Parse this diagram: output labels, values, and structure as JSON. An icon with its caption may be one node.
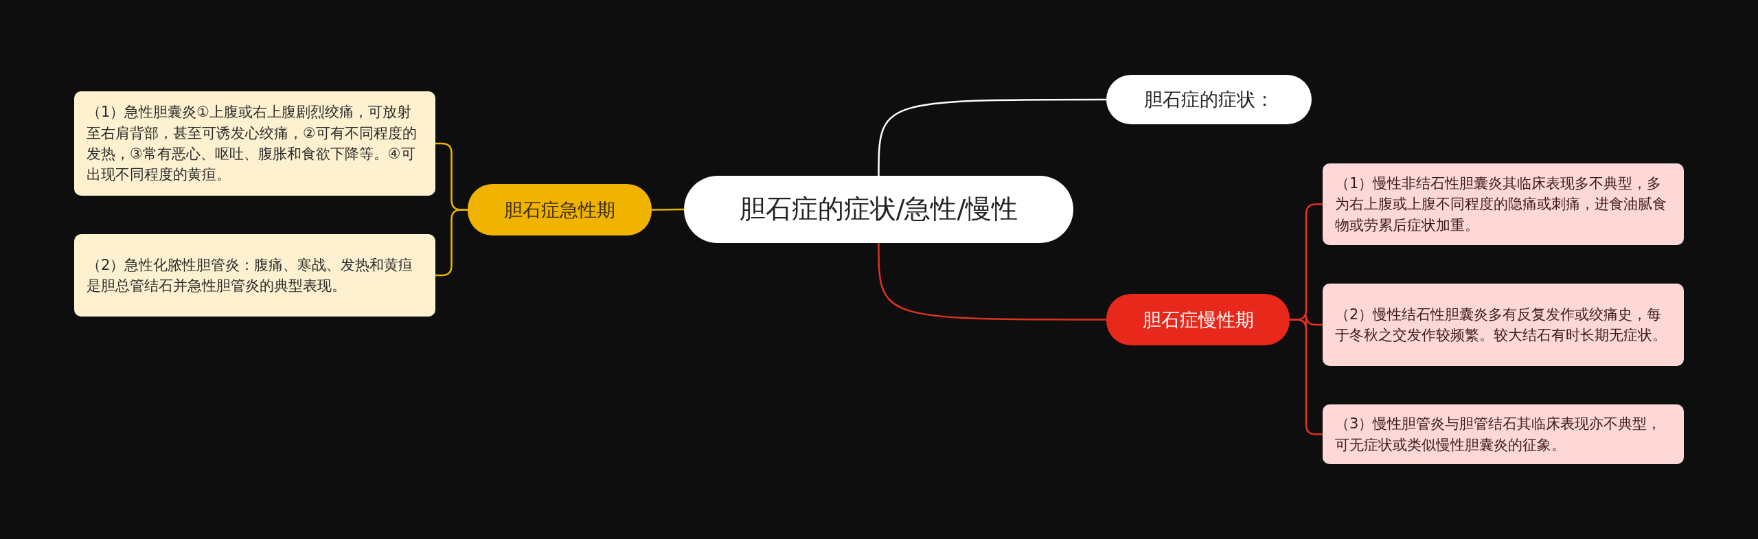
{
  "diagram": {
    "nodes": [
      {
        "text": [
          "胆石症的症状/急性/慢性"
        ]
      },
      {
        "text": [
          "胆石症的症状："
        ]
      },
      {
        "text": [
          "胆石症急性期"
        ]
      },
      {
        "text": [
          "（1）急性胆囊炎①上腹或右上腹剧烈绞痛，可放射至右肩背部，甚至可诱发心绞痛，②可有不同程度的发热，③常有恶心、呕吐、腹胀和食欲下降等。④可出现不同程度的黄疸。"
        ]
      },
      {
        "text": [
          "（2）急性化脓性胆管炎：腹痛、寒战、发热和黄疸是胆总管结石并急性胆管炎的典型表现。"
        ]
      },
      {
        "text": [
          "胆石症慢性期"
        ]
      },
      {
        "text": [
          "（1）慢性非结石性胆囊炎其临床表现多不典型，多为右上腹或上腹不同程度的隐痛或刺痛，进食油腻食物或劳累后症状加重。"
        ]
      },
      {
        "text": [
          "（2）慢性结石性胆囊炎多有反复发作或绞痛史，每于冬秋之交发作较频繁。较大结石有时长期无症状。"
        ]
      },
      {
        "text": [
          "（3）慢性胆管炎与胆管结石其临床表现亦不典型，可无症状或类似慢性胆囊炎的征象。"
        ]
      }
    ],
    "edges": [
      {
        "from": 0,
        "to": 1,
        "arrow": "none",
        "color": "#ffffff"
      },
      {
        "from": 0,
        "to": 2,
        "arrow": "none",
        "color": "#e8b400"
      },
      {
        "from": 0,
        "to": 5,
        "arrow": "none"
      },
      {
        "from": 2,
        "to": 3,
        "arrow": "none",
        "color": "#e8b400"
      },
      {
        "from": 2,
        "to": 4,
        "arrow": "none",
        "color": "#e8b400"
      },
      {
        "from": 5,
        "to": 6,
        "arrow": "none"
      },
      {
        "from": 5,
        "to": 7,
        "arrow": "none"
      },
      {
        "from": 5,
        "to": 8,
        "arrow": "none"
      }
    ]
  }
}
